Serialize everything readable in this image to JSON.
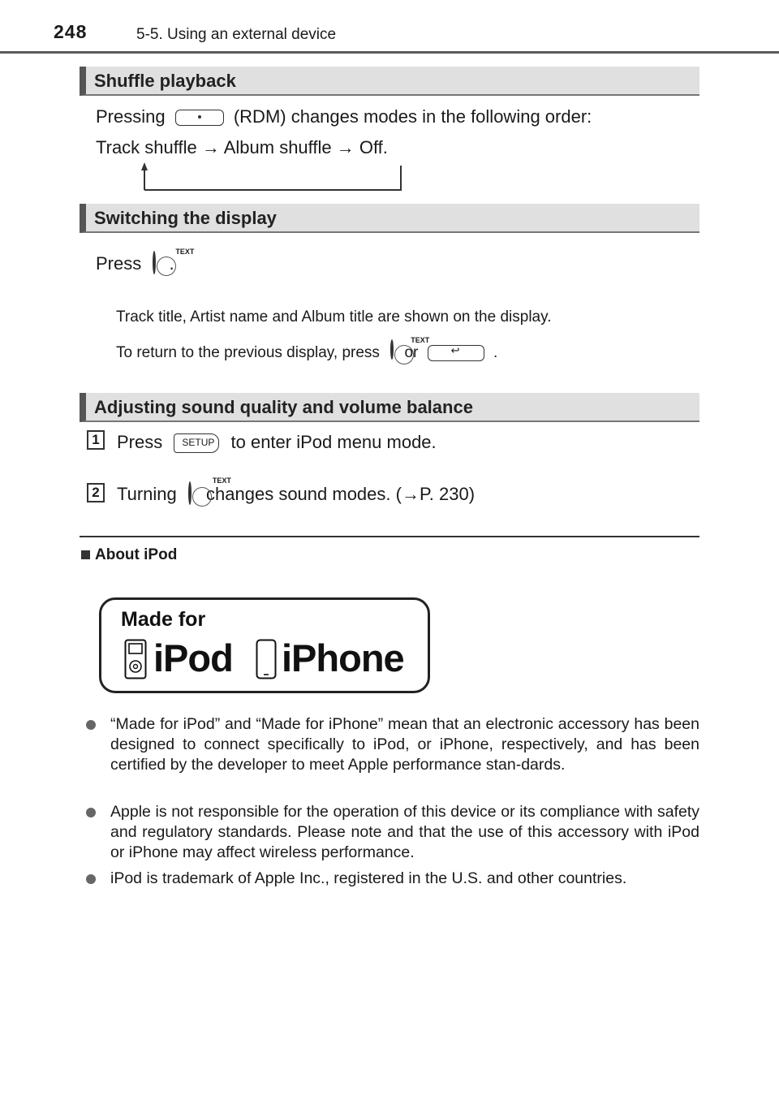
{
  "header": {
    "page_number": "248",
    "section": "5-5. Using an external device"
  },
  "shuffle": {
    "heading": "Shuffle playback",
    "line1_pre": "Pressing",
    "line1_post": "(RDM) changes modes in the following order:",
    "line2": "Track shuffle → Album shuffle → Off."
  },
  "display": {
    "heading": "Switching the display",
    "press_pre": "Press",
    "press_post": ".",
    "knob_label": "TEXT",
    "note1": "Track title, Artist name and Album title are shown on the display.",
    "note2_pre": "To return to the previous display, press",
    "note2_mid": "or",
    "note2_post": "."
  },
  "sound": {
    "heading": "Adjusting sound quality and volume balance",
    "step1_num": "1",
    "step1_pre": "Press",
    "step1_btn": "SETUP",
    "step1_post": "to enter iPod menu mode.",
    "step2_num": "2",
    "step2_pre": "Turning",
    "step2_post": "changes sound modes. (→P. 230)"
  },
  "about": {
    "heading": "About iPod",
    "logo_made_for": "Made for",
    "logo_ipod": "iPod",
    "logo_iphone": "iPhone",
    "bullets": [
      "“Made for iPod” and “Made for iPhone” mean that an electronic accessory has been designed to connect specifically to iPod, or iPhone, respectively, and has been certified by the developer to meet Apple performance stan-dards.",
      "Apple is not responsible for the operation of this device or its compliance with safety and regulatory standards. Please note and that the use of this accessory with iPod or iPhone may affect wireless performance.",
      "iPod is trademark of Apple Inc., registered in the U.S. and other countries."
    ]
  }
}
